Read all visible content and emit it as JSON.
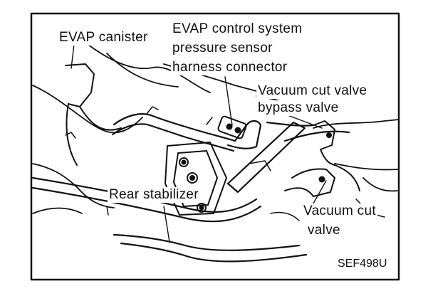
{
  "labels": {
    "evap_canister": "EVAP canister",
    "sensor_line1": "EVAP control system",
    "sensor_line2": "pressure sensor",
    "sensor_line3": "harness connector",
    "bypass_line1": "Vacuum cut valve",
    "bypass_line2": "bypass valve",
    "rear_stabilizer": "Rear stabilizer",
    "cut_line1": "Vacuum cut",
    "cut_line2": "valve"
  },
  "figure_code": "SEF498U"
}
